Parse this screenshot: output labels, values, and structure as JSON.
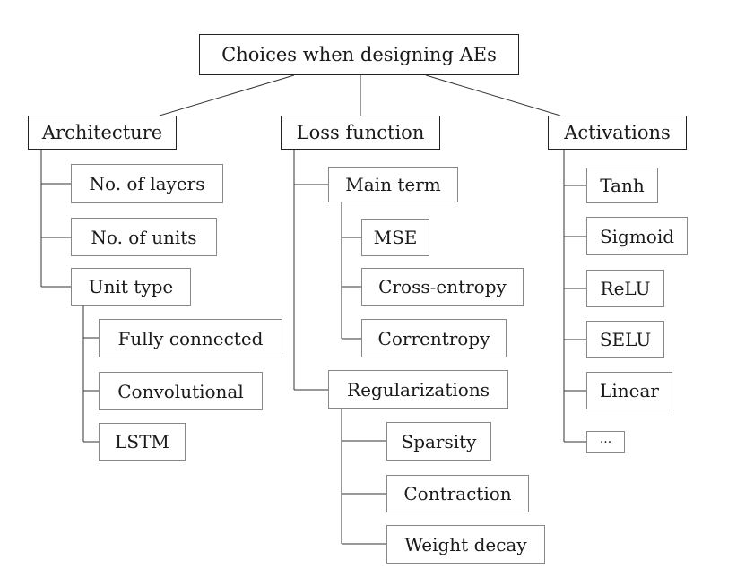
{
  "root": "Choices when designing AEs",
  "architecture": {
    "label": "Architecture",
    "layers": "No. of layers",
    "units": "No. of units",
    "unit_type": "Unit type",
    "fully_connected": "Fully connected",
    "convolutional": "Convolutional",
    "lstm": "LSTM"
  },
  "loss": {
    "label": "Loss function",
    "main_term": "Main term",
    "mse": "MSE",
    "cross_entropy": "Cross-entropy",
    "correntropy": "Correntropy",
    "regularizations": "Regularizations",
    "sparsity": "Sparsity",
    "contraction": "Contraction",
    "weight_decay": "Weight decay"
  },
  "activations": {
    "label": "Activations",
    "tanh": "Tanh",
    "sigmoid": "Sigmoid",
    "relu": "ReLU",
    "selu": "SELU",
    "linear": "Linear",
    "more": "···"
  }
}
